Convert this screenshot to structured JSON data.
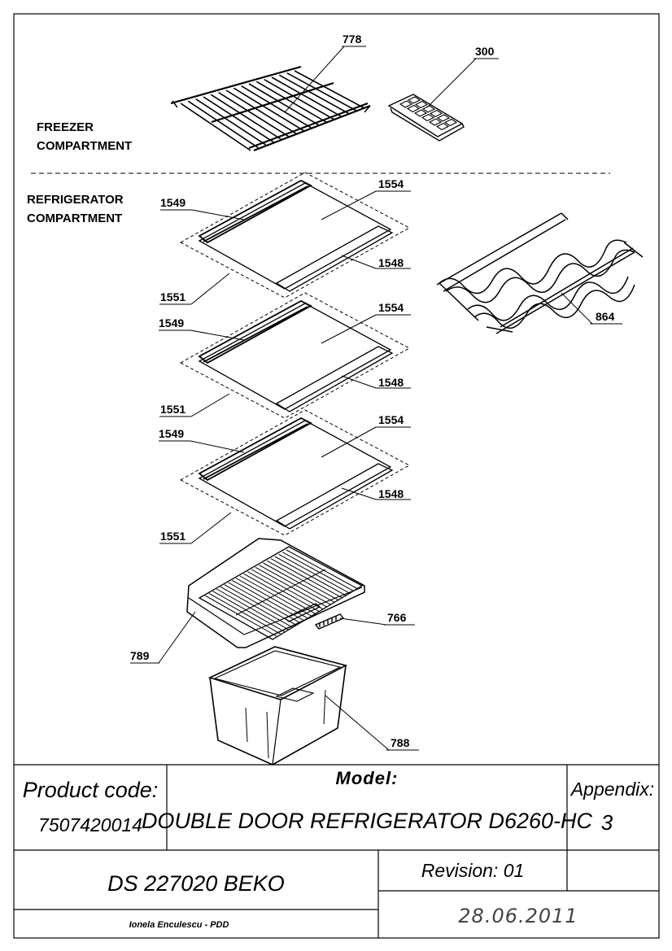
{
  "sections": {
    "freezer_line1": "FREEZER",
    "freezer_line2": "COMPARTMENT",
    "refrigerator_line1": "REFRIGERATOR",
    "refrigerator_line2": "COMPARTMENT"
  },
  "parts": {
    "wire_shelf": "778",
    "ice_tray": "300",
    "bottle_rack": "864",
    "shelf1_rear_profile": "1549",
    "shelf1_glass": "1554",
    "shelf1_front_profile": "1548",
    "shelf1_assembly": "1551",
    "shelf2_rear_profile": "1549",
    "shelf2_glass": "1554",
    "shelf2_front_profile": "1548",
    "shelf2_assembly": "1551",
    "shelf3_rear_profile": "1549",
    "shelf3_glass": "1554",
    "shelf3_front_profile": "1548",
    "shelf3_assembly": "1551",
    "crisper_cover": "789",
    "humidity_slider": "766",
    "crisper_drawer": "788"
  },
  "title_block": {
    "product_code_label": "Product code:",
    "product_code": "7507420014",
    "model_label": "Model:",
    "model": "DOUBLE DOOR REFRIGERATOR D6260-HC",
    "appendix_label": "Appendix:",
    "appendix": "3",
    "document": "DS 227020 BEKO",
    "revision": "Revision: 01",
    "author": "Ionela Enculescu - PDD",
    "date": "28.06.2011"
  }
}
